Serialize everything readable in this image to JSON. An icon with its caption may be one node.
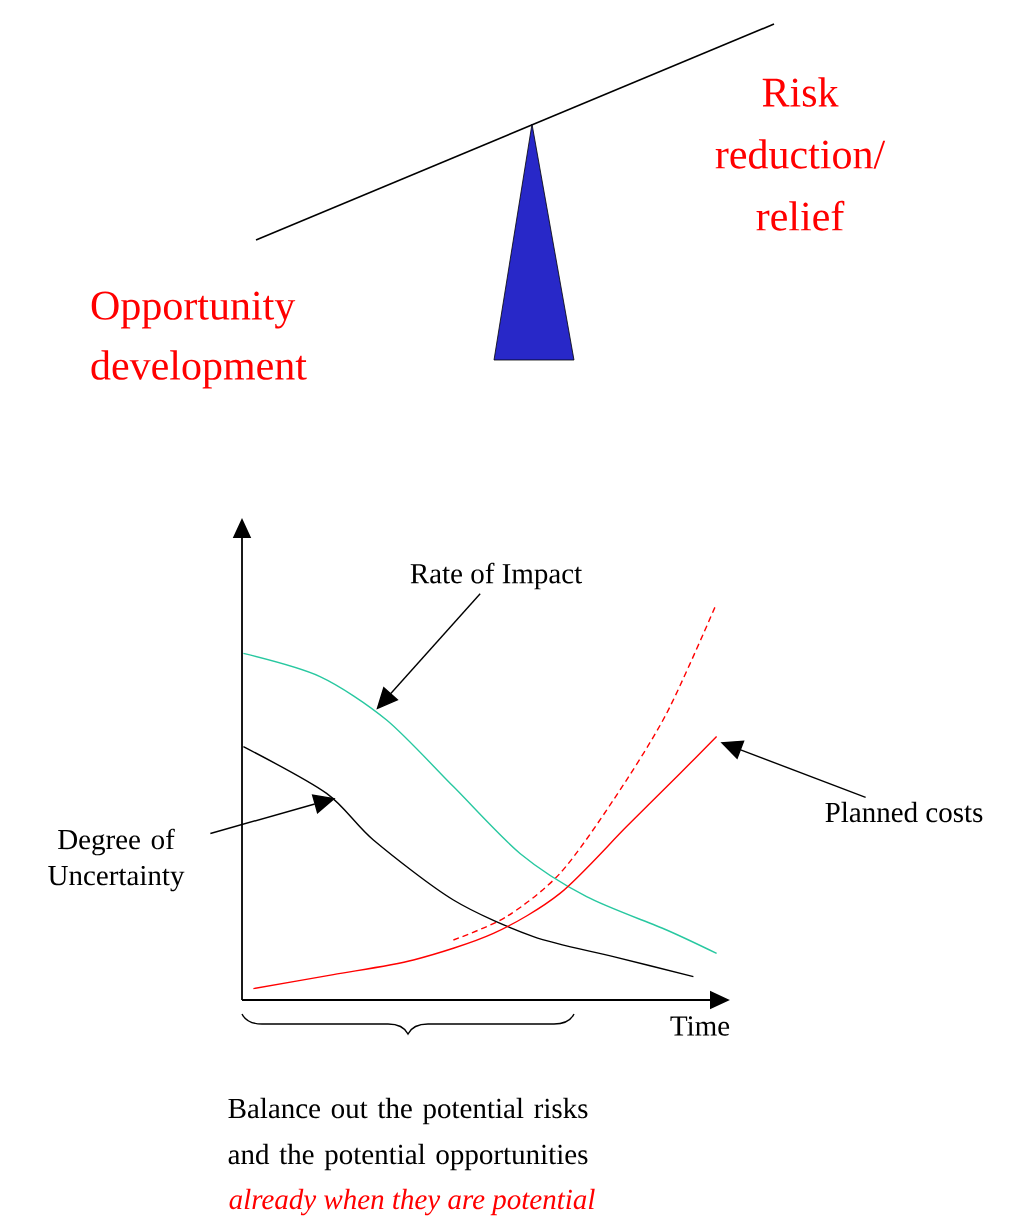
{
  "diagram": {
    "nodes": [
      {
        "text": [
          "Rate of Impact"
        ]
      },
      {
        "text": [
          "Degree of Uncertainty"
        ]
      },
      {
        "text": [
          "Planned costs"
        ]
      },
      {
        "text": [],
        "shape": "curve"
      },
      {
        "text": [],
        "shape": "curve"
      },
      {
        "text": [],
        "shape": "curve"
      }
    ],
    "edges": [
      {
        "from": 0,
        "to": 3,
        "arrow": "to"
      },
      {
        "from": 1,
        "to": 4,
        "arrow": "to"
      },
      {
        "from": 2,
        "to": 5,
        "arrow": "to"
      }
    ],
    "labels": [
      "Risk reduction/ relief",
      "Opportunity development",
      "Time",
      "Balance out the potential risks and the potential opportunities",
      "already when they are potential"
    ]
  }
}
